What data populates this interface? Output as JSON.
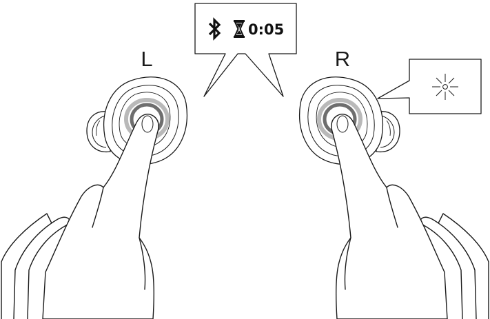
{
  "labels": {
    "left": "L",
    "right": "R"
  },
  "status_callout": {
    "bluetooth_icon": "bluetooth-icon",
    "timer_icon": "hourglass-icon",
    "timer_text": "0:05"
  },
  "indicator_callout": {
    "icon": "led-blink-icon"
  },
  "colors": {
    "line": "#1a1a1a",
    "ring_outer": "#b9b9b9",
    "ring_inner": "#6e6e6e",
    "background": "#ffffff"
  }
}
